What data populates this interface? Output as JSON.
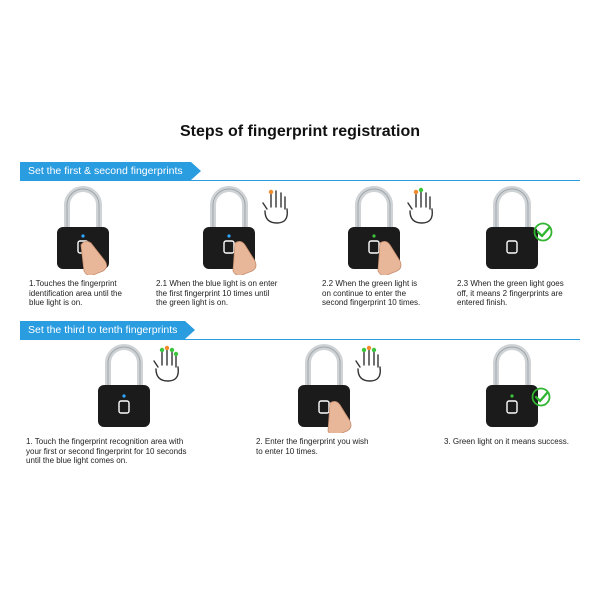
{
  "title": "Steps of fingerprint registration",
  "sections": [
    {
      "label": "Set the first & second fingerprints"
    },
    {
      "label": "Set the third to tenth fingerprints"
    }
  ],
  "colors": {
    "accent": "#2a9ce0",
    "lock_body": "#1b1b1b",
    "shackle": "#cfd3d6",
    "blue_led": "#2ea8ff",
    "green_led": "#3cc43c",
    "check": "#2fb52f",
    "finger_orange": "#f08a2a",
    "finger_green": "#3cc43c"
  },
  "row1": [
    {
      "icon": "fingerprint-touch-icon",
      "caption_lines": [
        "1.Touches the fingerprint",
        "identification area until the",
        "blue light is on."
      ]
    },
    {
      "icon": "hand-one-finger-icon",
      "caption_lines": [
        "2.1 When the blue light is on enter",
        "the first fingerprint 10 times until",
        "the green light is on."
      ]
    },
    {
      "icon": "hand-two-fingers-icon",
      "caption_lines": [
        "2.2 When the green light is",
        "on continue to enter the",
        "second fingerprint 10 times."
      ]
    },
    {
      "icon": "check-icon",
      "caption_lines": [
        "2.3 When the green light goes",
        "off, it means 2 fingerprints are",
        "entered finish."
      ]
    }
  ],
  "row2": [
    {
      "icon": "hand-fingers-icon",
      "caption_lines": [
        "1. Touch the fingerprint recognition area with",
        "your first or second fingerprint for 10 seconds",
        "until the blue light comes on."
      ]
    },
    {
      "icon": "hand-fingers-icon",
      "caption_lines": [
        "2. Enter the fingerprint you wish",
        "to enter 10 times."
      ]
    },
    {
      "icon": "check-icon",
      "caption_lines": [
        "3. Green light on it means success."
      ]
    }
  ]
}
